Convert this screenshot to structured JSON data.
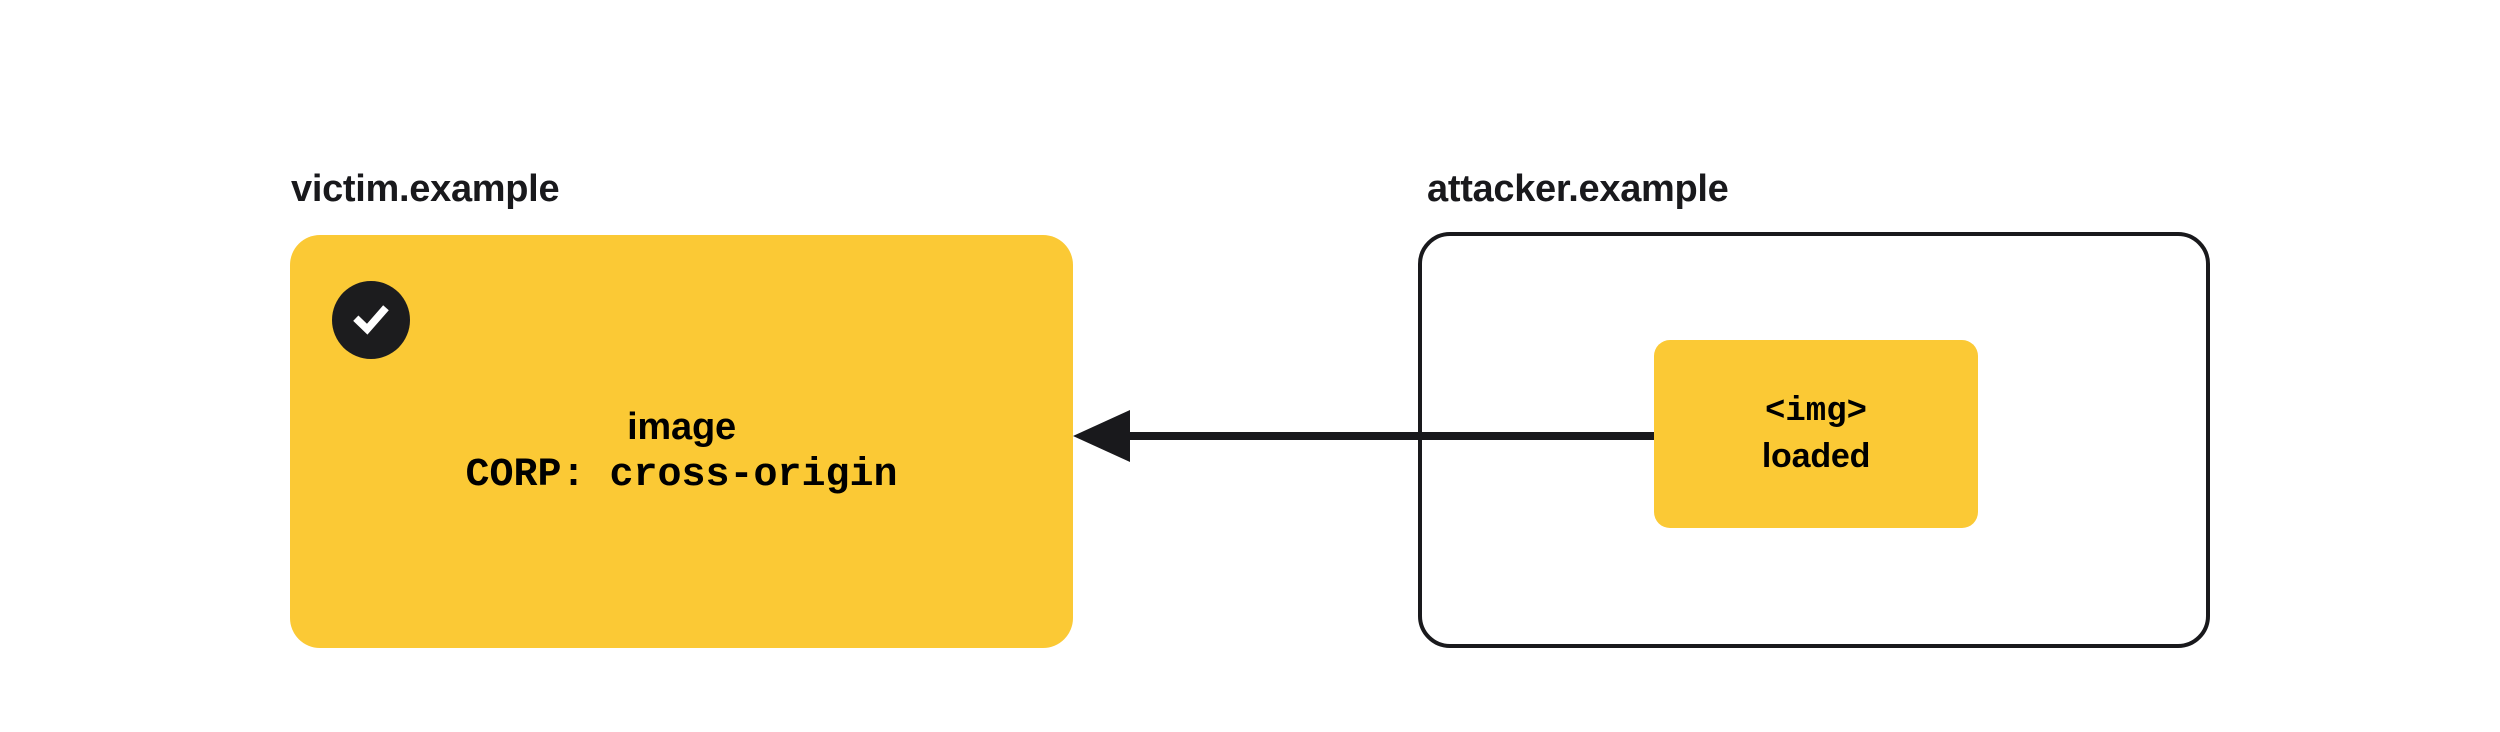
{
  "diagram": {
    "type": "sequence-flow",
    "background_color": "#ffffff",
    "accent_color": "#fbc935",
    "ink_color": "#19191c"
  },
  "victim": {
    "origin_label": "victim.example",
    "resource": {
      "status_icon": "check-circle-icon",
      "resource_type": "image",
      "header": "CORP: cross-origin",
      "fill_color": "#fbc935",
      "badge_color": "#1c1c1e"
    }
  },
  "attacker": {
    "origin_label": "attacker.example",
    "page": {
      "border_color": "#19191c",
      "fill_color": "#ffffff"
    },
    "element": {
      "tag": "<img>",
      "state": "loaded",
      "fill_color": "#fbc935"
    }
  },
  "arrow": {
    "direction": "right-to-left",
    "head": "solid-triangle",
    "color": "#19191c",
    "stroke_width": 8
  }
}
